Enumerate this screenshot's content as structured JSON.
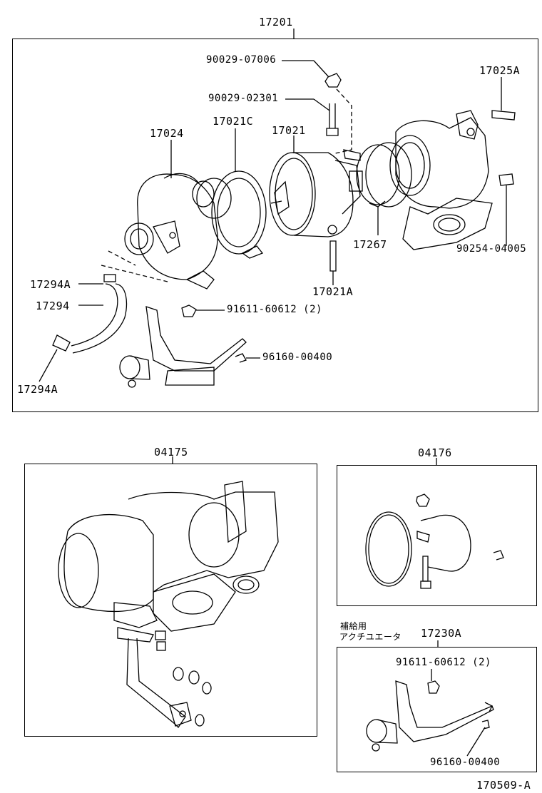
{
  "diagram": {
    "top": {
      "assembly_no": "17201",
      "callouts": {
        "nut": "90029-07006",
        "stud": "90029-02301",
        "stud_b": "17025A",
        "housing": "17024",
        "gasket": "17021C",
        "cartridge": "17021",
        "clamp": "17267",
        "pin": "90254-04005",
        "stud_c": "17021A",
        "clip_upper": "17294A",
        "hose": "17294",
        "clip_lower": "17294A",
        "bolt": "91611-60612 (2)",
        "eclip": "96160-00400"
      }
    },
    "kit_left": {
      "title": "04175"
    },
    "kit_right": {
      "title": "04176"
    },
    "actuator_kit": {
      "note_line1": "補給用",
      "note_line2": "アクチユエータ",
      "title": "17230A",
      "bolt": "91611-60612 (2)",
      "eclip": "96160-00400"
    },
    "figure_no": "170509-A"
  }
}
